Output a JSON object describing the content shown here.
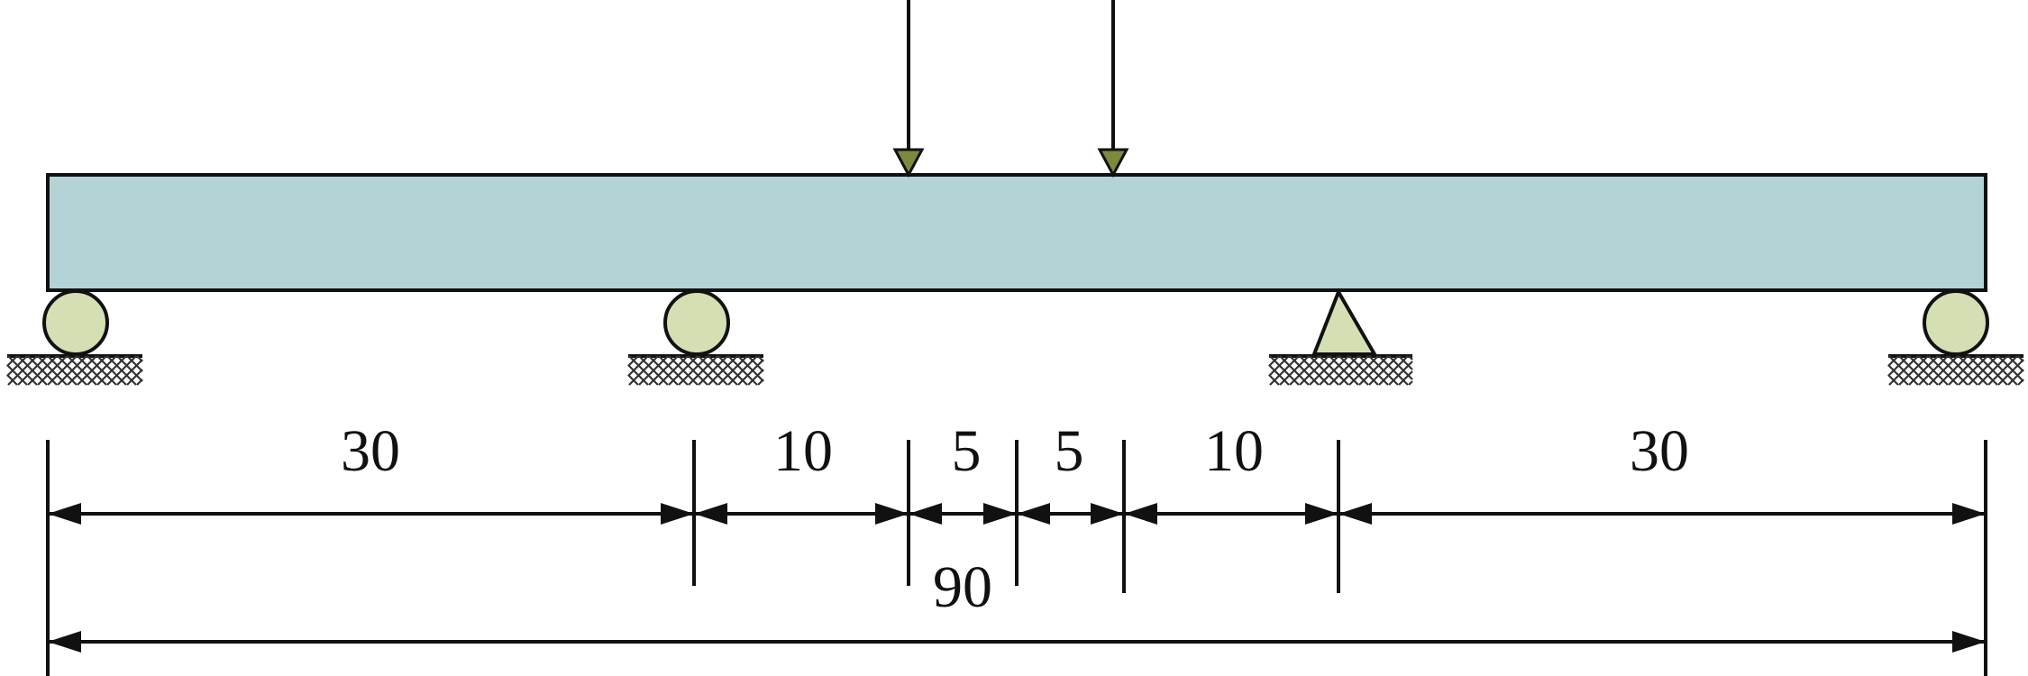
{
  "colors": {
    "beam_fill": "#b3d3d6",
    "support_fill": "#d4e0b4",
    "arrow_fill": "#7b8a3d",
    "line": "#111111"
  },
  "beam": {
    "supports": [
      "roller",
      "roller",
      "pin",
      "roller"
    ],
    "loads": 2
  },
  "segments": [
    {
      "label": "30",
      "length": 30
    },
    {
      "label": "10",
      "length": 10
    },
    {
      "label": "5",
      "length": 5
    },
    {
      "label": "5",
      "length": 5
    },
    {
      "label": "10",
      "length": 10
    },
    {
      "label": "30",
      "length": 30
    }
  ],
  "total": {
    "label": "90",
    "length": 90
  }
}
